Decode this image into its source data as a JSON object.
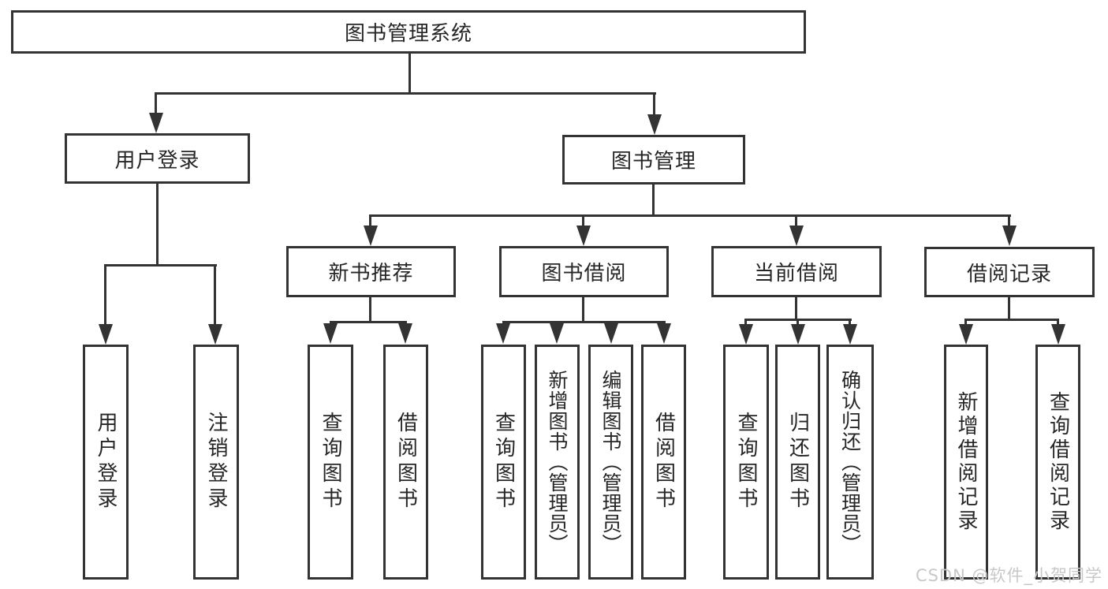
{
  "tree": {
    "root": "图书管理系统",
    "branches": [
      {
        "label": "用户登录",
        "children": [
          "用户登录",
          "注销登录"
        ]
      },
      {
        "label": "图书管理",
        "sections": [
          {
            "label": "新书推荐",
            "children": [
              "查询图书",
              "借阅图书"
            ]
          },
          {
            "label": "图书借阅",
            "children": [
              "查询图书",
              "新增图书（管理员）",
              "编辑图书（管理员）",
              "借阅图书"
            ]
          },
          {
            "label": "当前借阅",
            "children": [
              "查询图书",
              "归还图书",
              "确认归还（管理员）"
            ]
          },
          {
            "label": "借阅记录",
            "children": [
              "新增借阅记录",
              "查询借阅记录"
            ]
          }
        ]
      }
    ]
  },
  "watermark": {
    "text": "CSDN @软件_小贺同学"
  },
  "colors": {
    "line": "#333333",
    "text": "#262626",
    "background": "#ffffff",
    "watermark": "#c8c8c8"
  }
}
